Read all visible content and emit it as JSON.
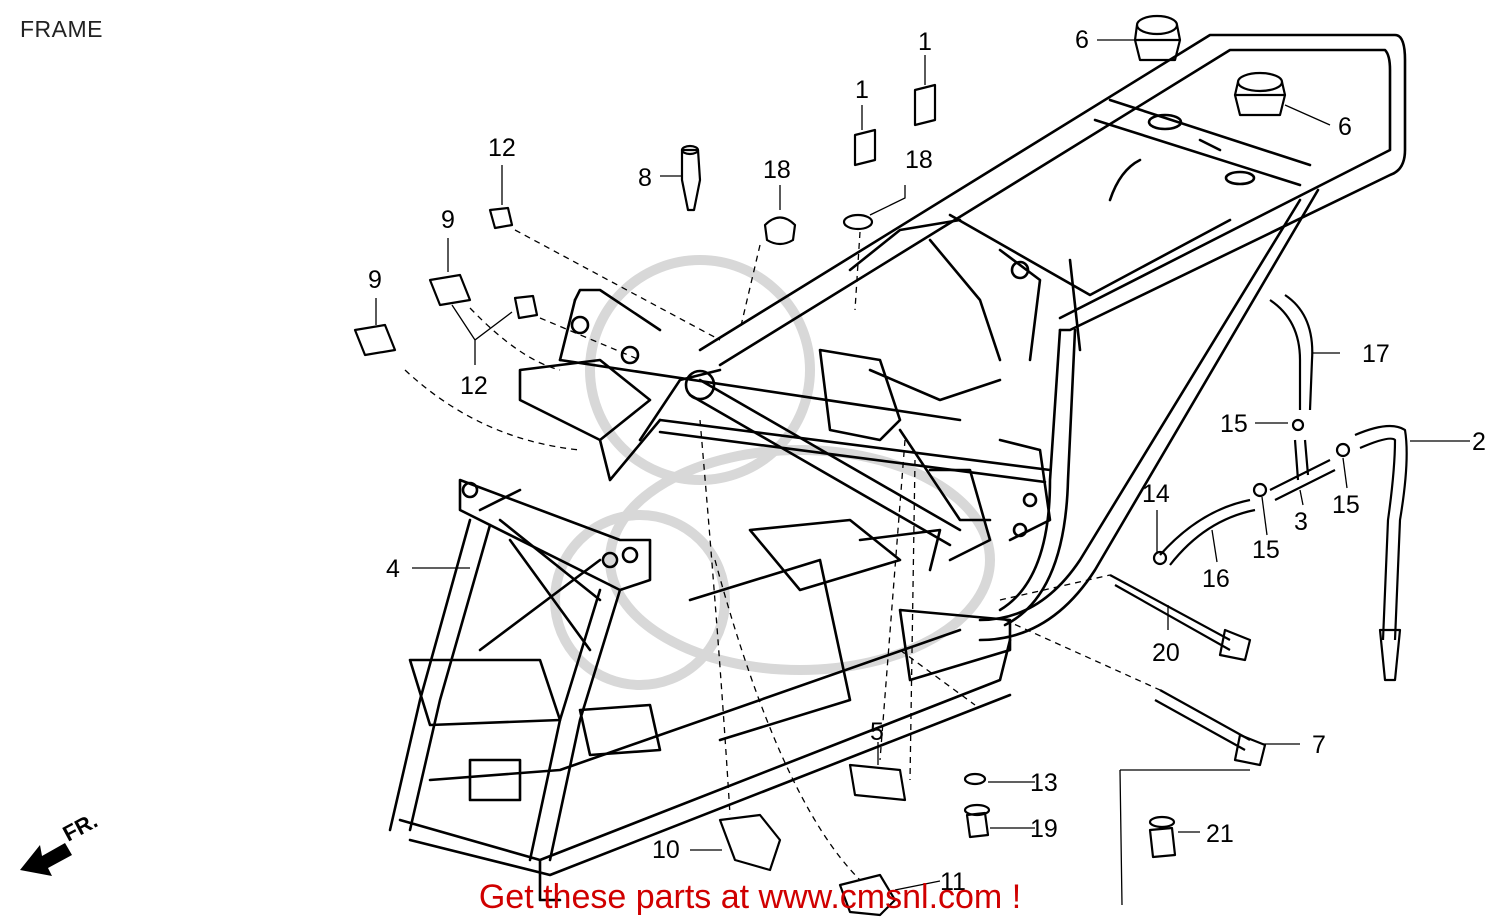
{
  "title": "FRAME",
  "promo_text": "Get these parts at www.cmsnl.com !",
  "front_marker": "FR.",
  "colors": {
    "promo": "#d00000",
    "line": "#000000",
    "watermark": "#d8d8d8"
  },
  "callouts": {
    "c1a": "1",
    "c1b": "1",
    "c2": "2",
    "c3": "3",
    "c4": "4",
    "c5": "5",
    "c6a": "6",
    "c6b": "6",
    "c7": "7",
    "c8": "8",
    "c9a": "9",
    "c9b": "9",
    "c10": "10",
    "c11": "11",
    "c12a": "12",
    "c12b": "12",
    "c13": "13",
    "c14": "14",
    "c15a": "15",
    "c15b": "15",
    "c15c": "15",
    "c16": "16",
    "c17": "17",
    "c18a": "18",
    "c18b": "18",
    "c19": "19",
    "c20": "20",
    "c21": "21"
  }
}
